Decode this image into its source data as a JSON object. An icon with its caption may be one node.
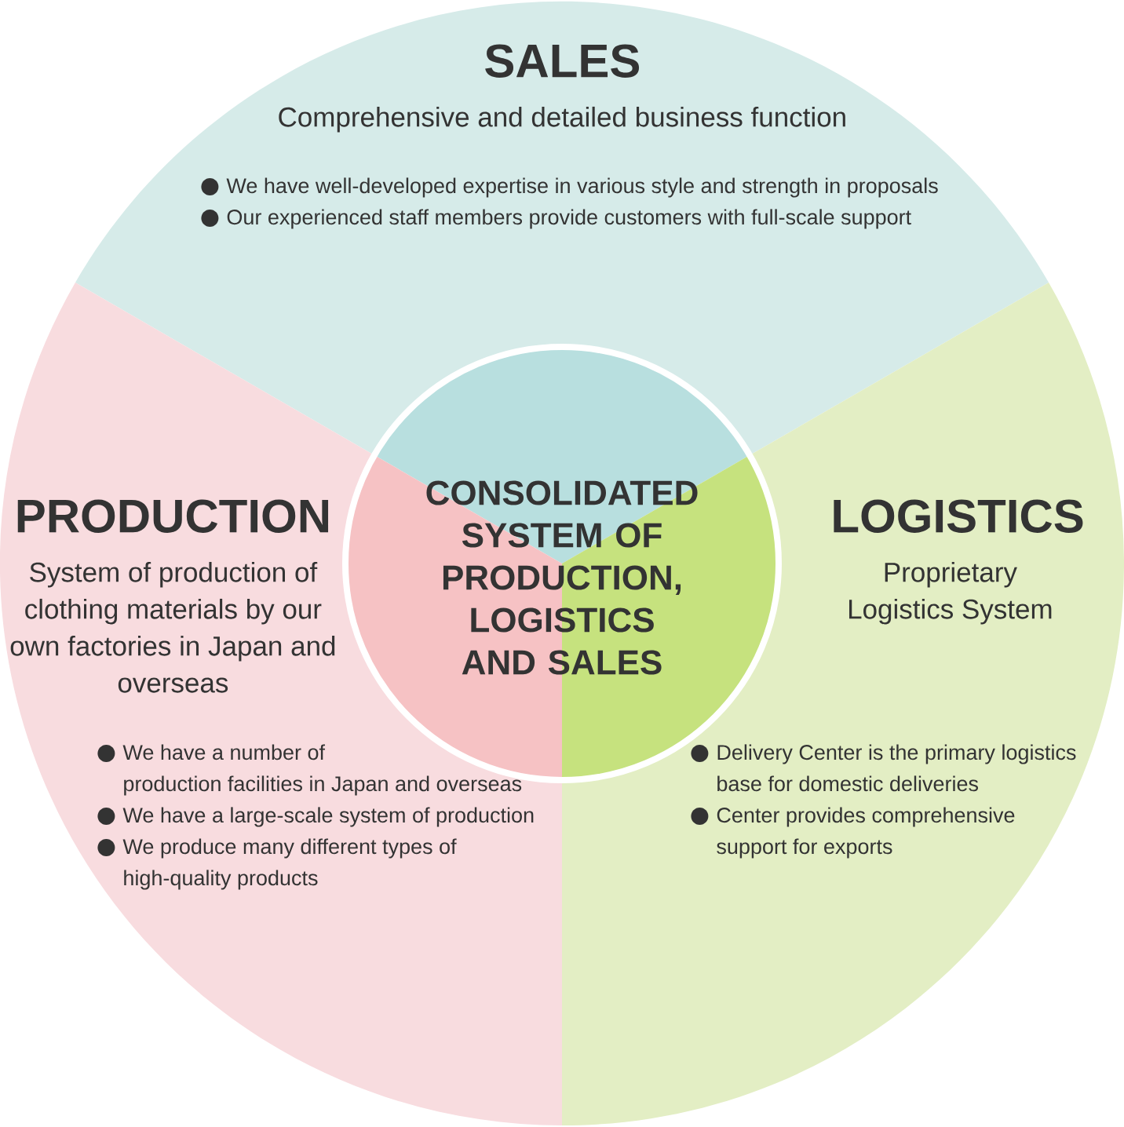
{
  "diagram": {
    "nodes": [
      {
        "text": [
          "SALES",
          "Comprehensive and detailed business function",
          "We have well-developed expertise in various style and strength in proposals",
          "Our experienced staff members provide customers with full-scale support"
        ]
      },
      {
        "text": [
          "PRODUCTION",
          "System of production of clothing materials by our own factories in Japan and overseas",
          "We have a number of production facilities in Japan and overseas",
          "We have a large-scale system of production",
          "We produce many different types of high-quality products"
        ]
      },
      {
        "text": [
          "LOGISTICS",
          "Proprietary Logistics System",
          "Delivery Center is the primary logistics base for domestic deliveries",
          "Center provides comprehensive support for exports"
        ]
      },
      {
        "text": [
          "CONSOLIDATED SYSTEM OF PRODUCTION, LOGISTICS AND SALES"
        ]
      }
    ],
    "edges": []
  }
}
